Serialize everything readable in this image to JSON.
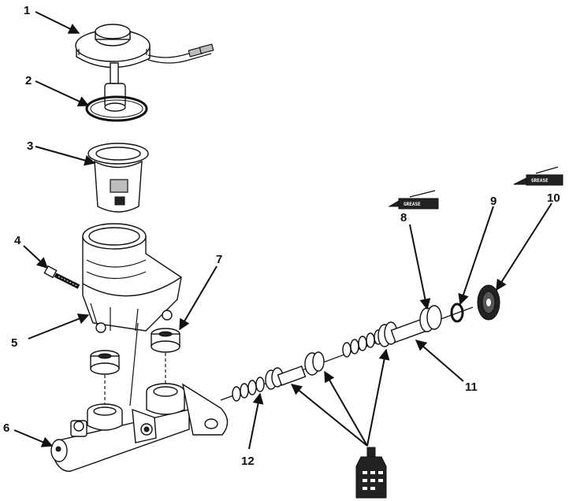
{
  "callouts": [
    {
      "id": "1",
      "label": "1"
    },
    {
      "id": "2",
      "label": "2"
    },
    {
      "id": "3",
      "label": "3"
    },
    {
      "id": "4",
      "label": "4"
    },
    {
      "id": "5",
      "label": "5"
    },
    {
      "id": "6",
      "label": "6"
    },
    {
      "id": "7",
      "label": "7"
    },
    {
      "id": "8",
      "label": "8"
    },
    {
      "id": "9",
      "label": "9"
    },
    {
      "id": "10",
      "label": "10"
    },
    {
      "id": "11",
      "label": "11"
    },
    {
      "id": "12",
      "label": "12"
    }
  ],
  "grease_tubes": [
    {
      "text": "GREASE"
    },
    {
      "text": "GREASE"
    }
  ]
}
